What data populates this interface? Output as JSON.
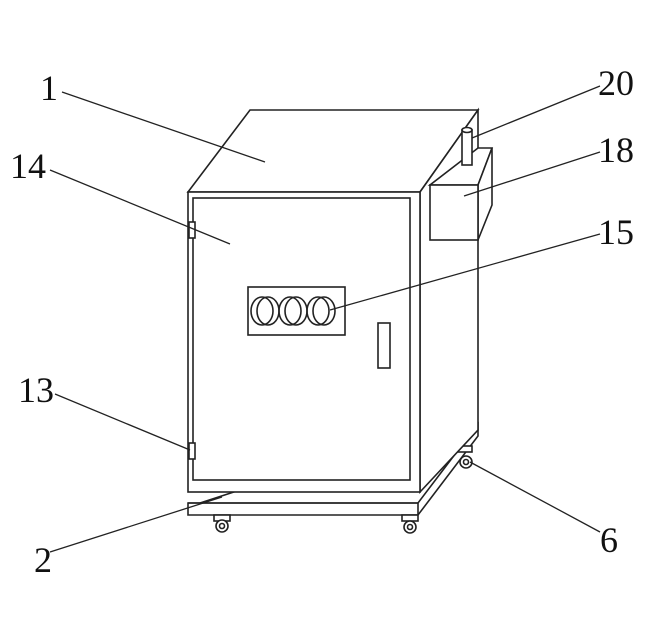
{
  "labels": {
    "l1": "1",
    "l20": "20",
    "l14": "14",
    "l18": "18",
    "l15": "15",
    "l13": "13",
    "l2": "2",
    "l6": "6"
  }
}
